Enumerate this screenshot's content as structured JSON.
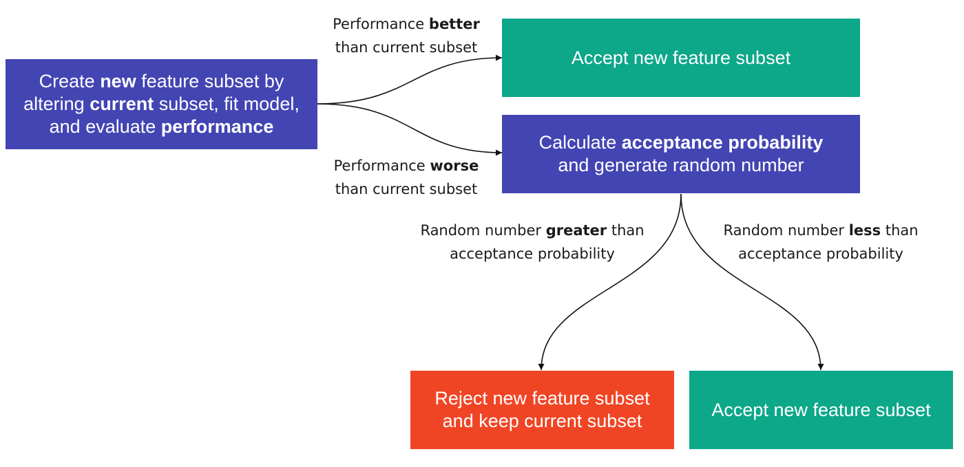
{
  "nodes": {
    "start": {
      "line1_pre": "Create ",
      "line1_bold": "new",
      "line1_post": " feature subset by",
      "line2_pre": "altering ",
      "line2_bold": "current",
      "line2_post": " subset, fit model,",
      "line3_pre": "and evaluate ",
      "line3_bold": "performance"
    },
    "accept_top": {
      "text": "Accept new feature subset"
    },
    "calculate": {
      "line1_pre": "Calculate ",
      "line1_bold": "acceptance probability",
      "line2": "and generate random number"
    },
    "reject": {
      "line1": "Reject new feature subset",
      "line2": "and keep current subset"
    },
    "accept_bottom": {
      "text": "Accept new feature subset"
    }
  },
  "edge_labels": {
    "better": {
      "line1_pre": "Performance ",
      "line1_bold": "better",
      "line2": "than current subset"
    },
    "worse": {
      "line1_pre": "Performance ",
      "line1_bold": "worse",
      "line2": "than current subset"
    },
    "greater": {
      "line1_pre": "Random number ",
      "line1_bold": "greater",
      "line1_post": " than",
      "line2": "acceptance probability"
    },
    "less": {
      "line1_pre": "Random number ",
      "line1_bold": "less",
      "line1_post": " than",
      "line2": "acceptance probability"
    }
  },
  "colors": {
    "blue": "#4345b3",
    "green": "#0da789",
    "red": "#f04525"
  }
}
